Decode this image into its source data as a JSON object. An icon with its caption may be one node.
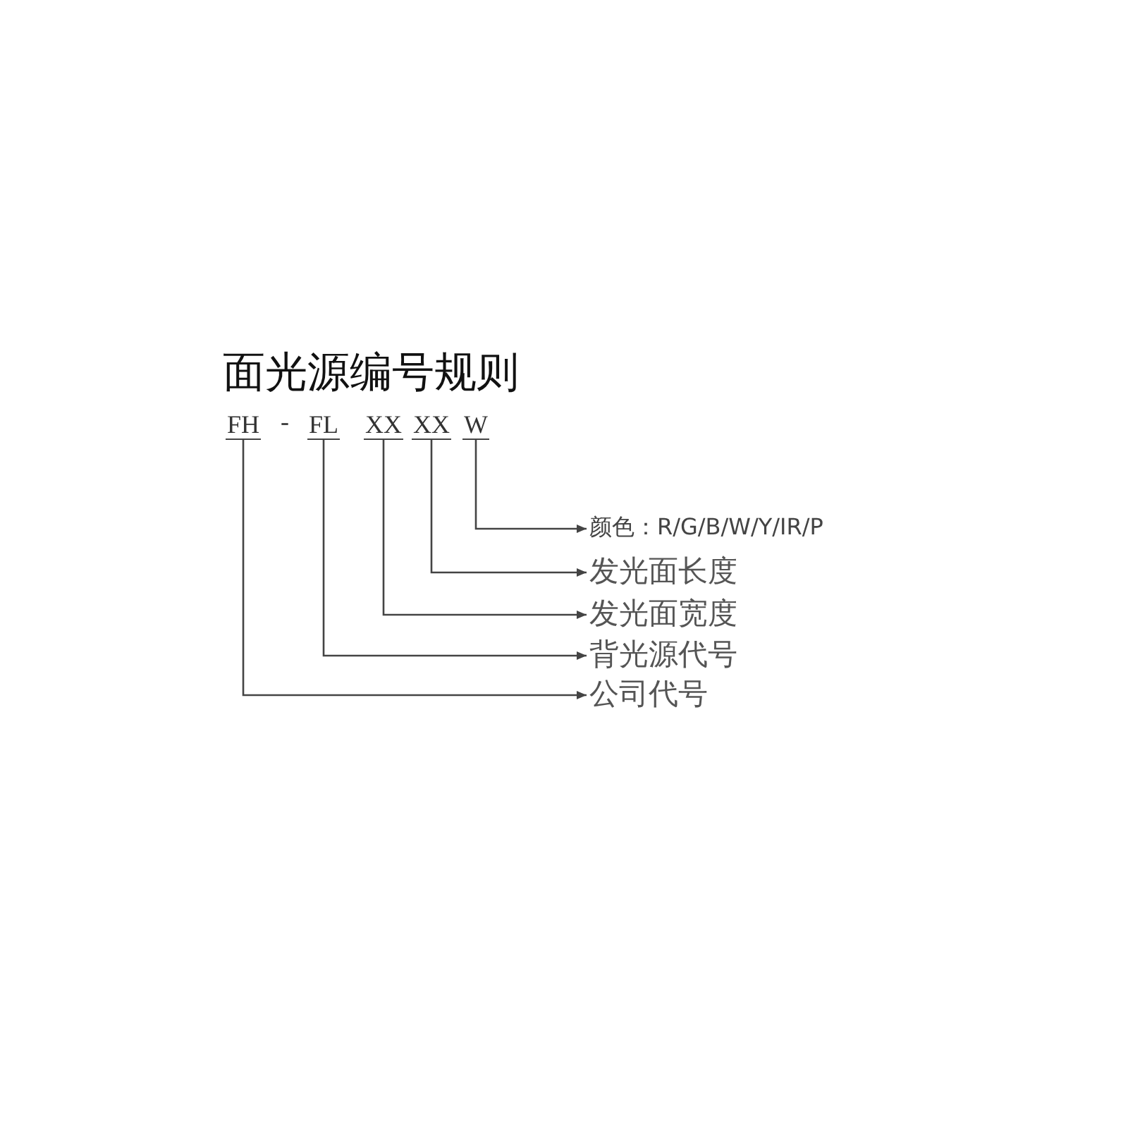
{
  "diagram": {
    "title": "面光源编号规则",
    "nodes": [
      {
        "text": [
          "FH"
        ]
      },
      {
        "text": [
          "FL"
        ]
      },
      {
        "text": [
          "XX"
        ]
      },
      {
        "text": [
          "XX"
        ]
      },
      {
        "text": [
          "W"
        ]
      },
      {
        "text": [
          "颜色：R/G/B/W/Y/IR/P"
        ]
      },
      {
        "text": [
          "发光面长度"
        ]
      },
      {
        "text": [
          "发光面宽度"
        ]
      },
      {
        "text": [
          "背光源代号"
        ]
      },
      {
        "text": [
          "公司代号"
        ]
      }
    ],
    "edges": [
      {
        "from": 4,
        "to": 5,
        "arrow": "to"
      },
      {
        "from": 3,
        "to": 6,
        "arrow": "to"
      },
      {
        "from": 2,
        "to": 7,
        "arrow": "to"
      },
      {
        "from": 1,
        "to": 8,
        "arrow": "to"
      },
      {
        "from": 0,
        "to": 9,
        "arrow": "to"
      }
    ],
    "labels": [
      "-"
    ]
  }
}
